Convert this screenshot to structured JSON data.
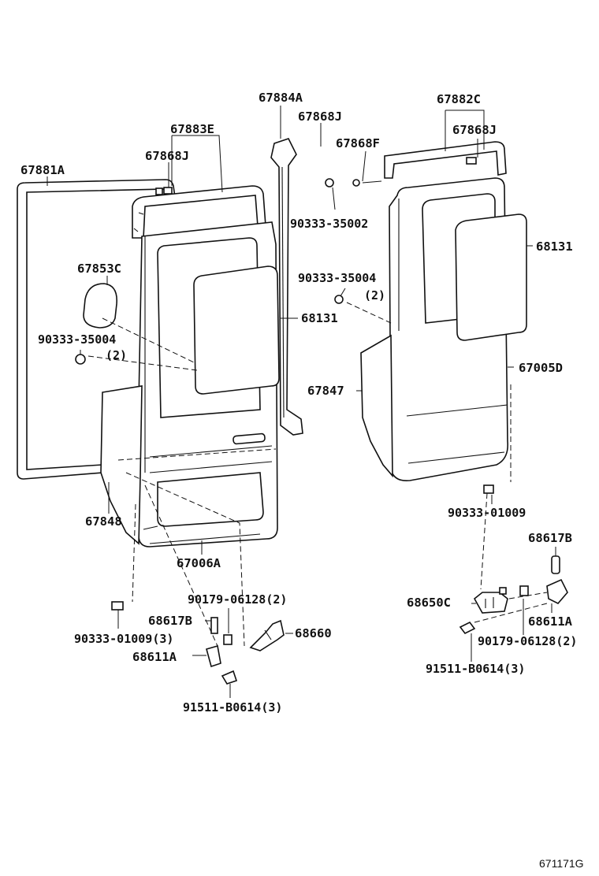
{
  "labels": {
    "p67884A": "67884A",
    "p67868J_mid": "67868J",
    "p67882C": "67882C",
    "p67883E": "67883E",
    "p67868J_right": "67868J",
    "p67868F": "67868F",
    "p67868J_left": "67868J",
    "p67881A": "67881A",
    "p90333_35002": "90333-35002",
    "p68131_right": "68131",
    "p67853C": "67853C",
    "p90333_35004_mid": "90333-35004",
    "p90333_35004_mid_qty": "(2)",
    "p90333_35004_left": "90333-35004",
    "p90333_35004_left_qty": "(2)",
    "p68131_mid": "68131",
    "p67005D": "67005D",
    "p67847": "67847",
    "p67848": "67848",
    "p90333_01009_right": "90333-01009",
    "p67006A": "67006A",
    "p68617B_right": "68617B",
    "p90179_06128_left": "90179-06128(2)",
    "p68650C": "68650C",
    "p68617B_left": "68617B",
    "p68611A_right": "68611A",
    "p68660": "68660",
    "p90179_06128_right": "90179-06128(2)",
    "p90333_01009_left": "90333-01009(3)",
    "p68611A_left": "68611A",
    "p91511_B0614_right": "91511-B0614(3)",
    "p91511_B0614_left": "91511-B0614(3)",
    "figure_code": "671171G"
  }
}
